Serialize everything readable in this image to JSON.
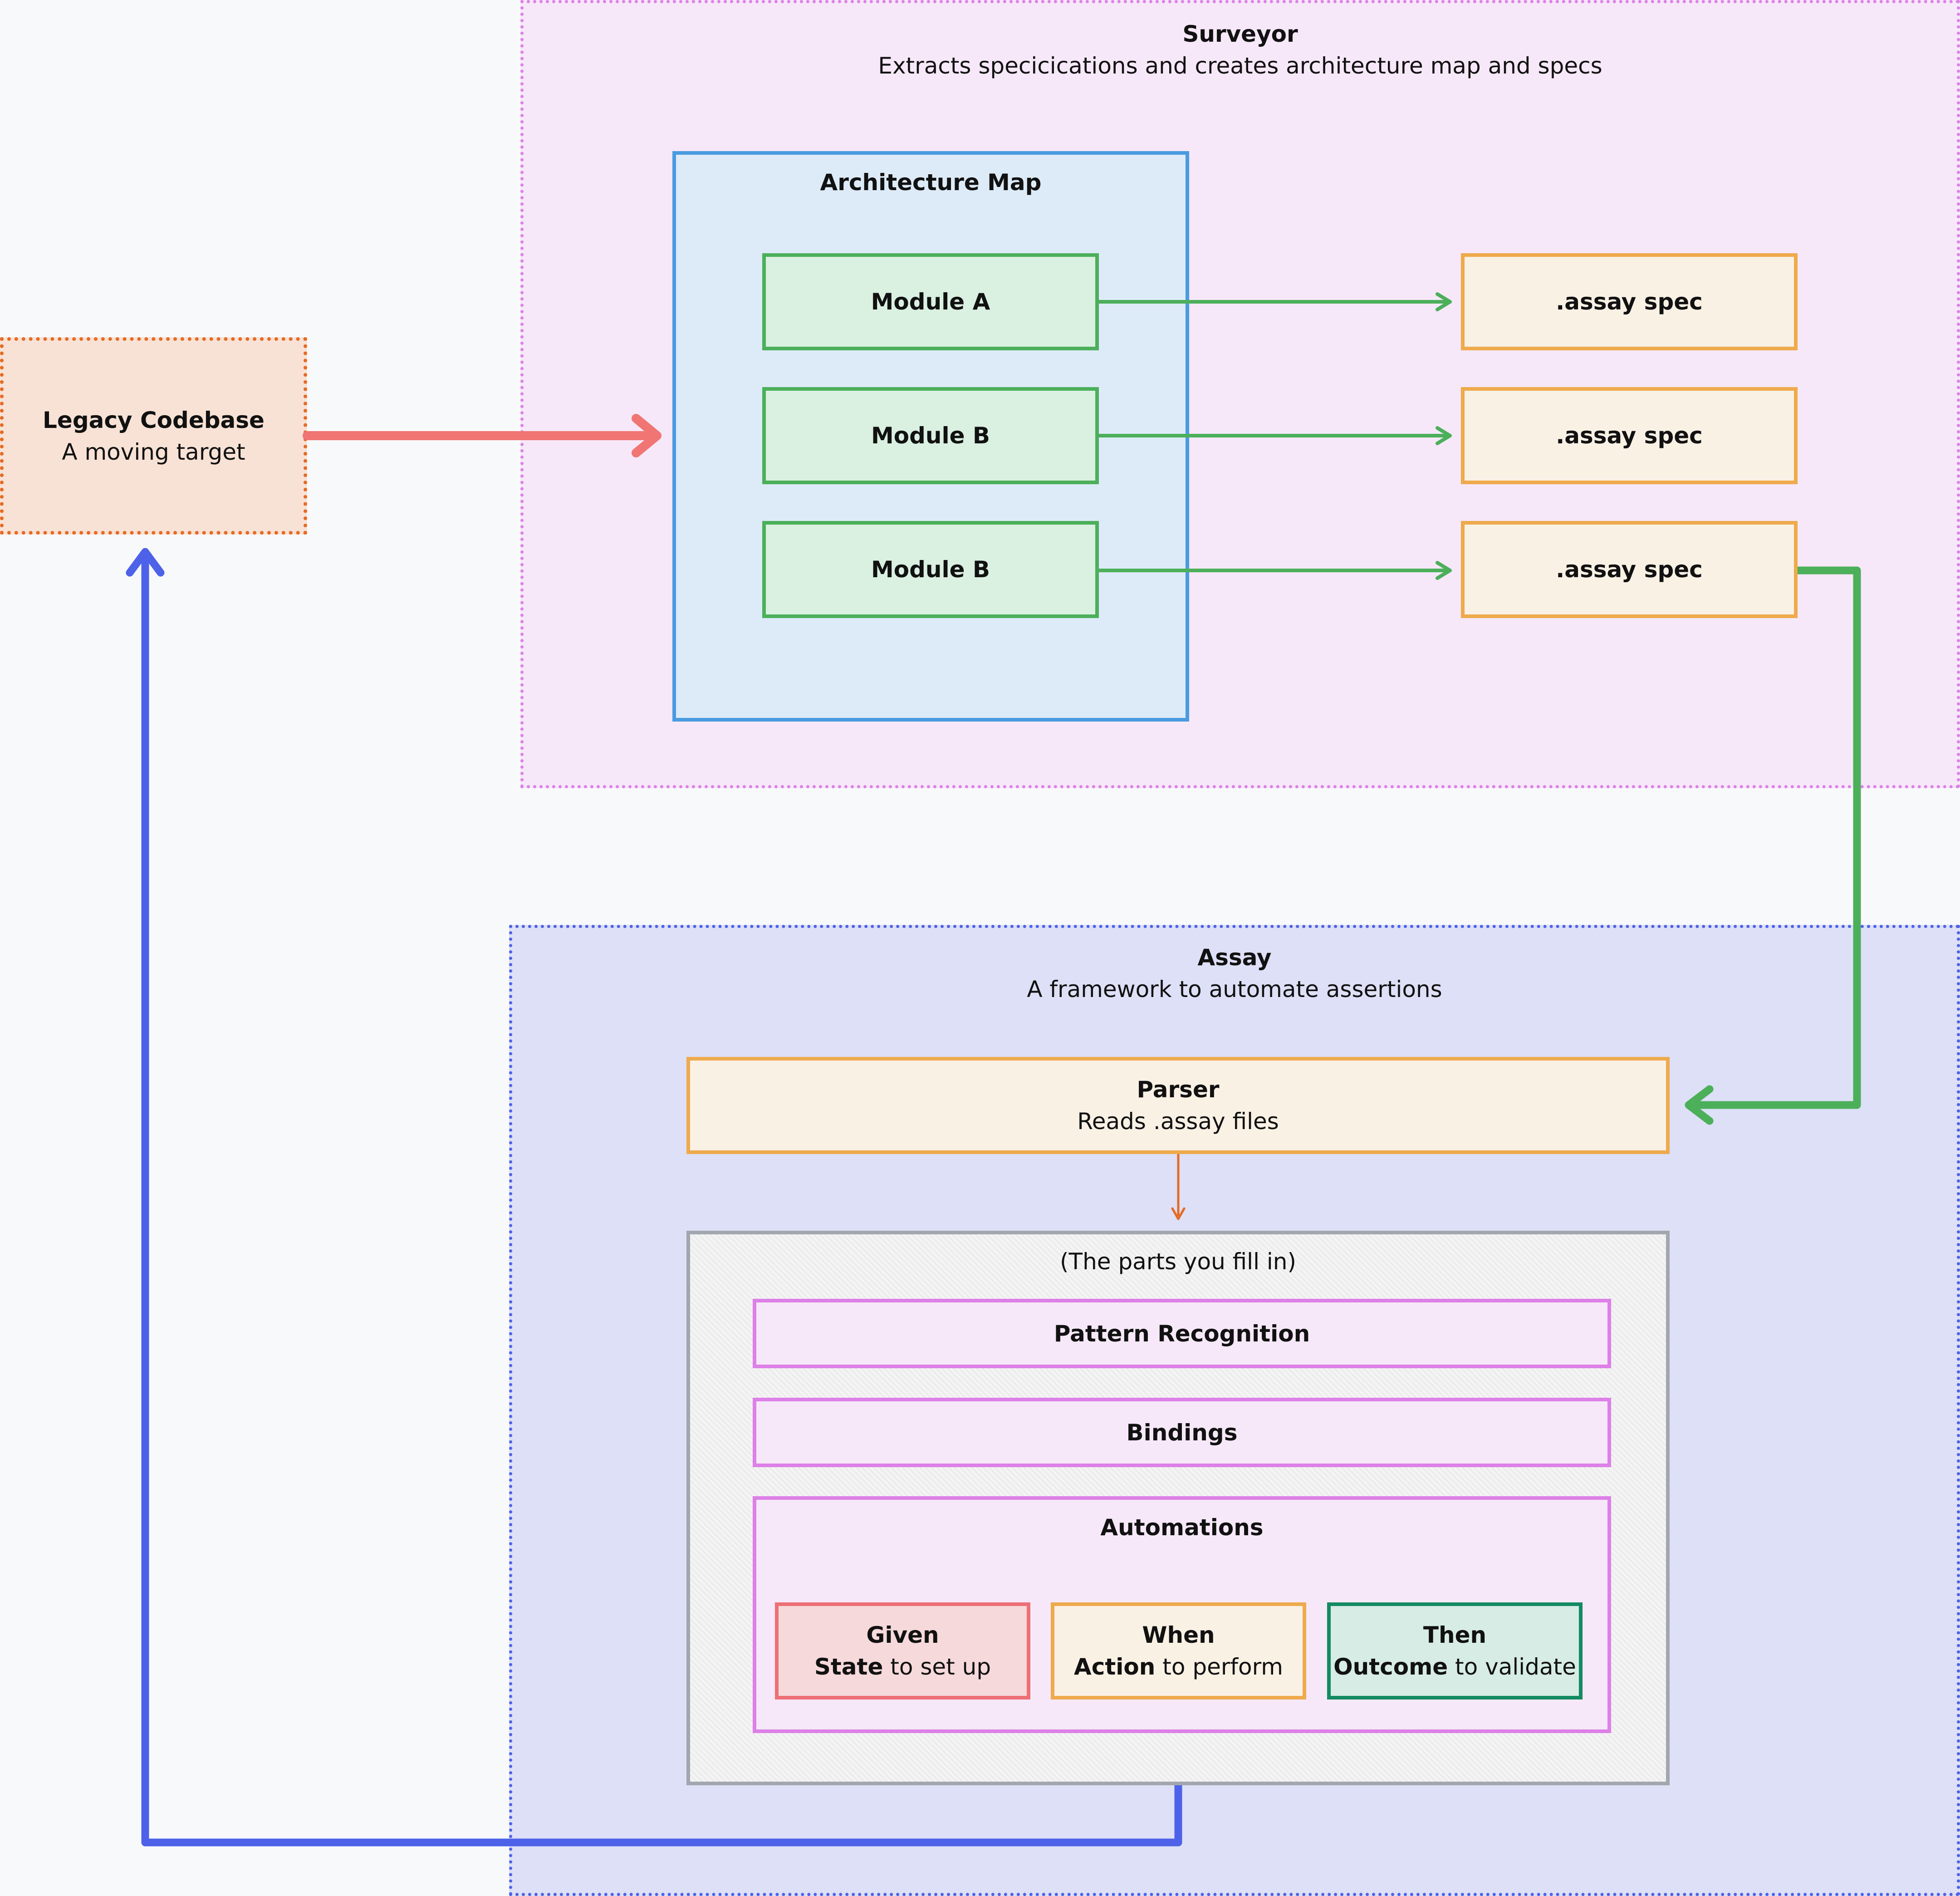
{
  "surveyor": {
    "title": "Surveyor",
    "subtitle": "Extracts specicications and creates architecture map and specs"
  },
  "legacy": {
    "title": "Legacy Codebase",
    "subtitle": "A moving target"
  },
  "architecture_map": {
    "title": "Architecture Map",
    "modules": [
      "Module A",
      "Module B",
      "Module B"
    ]
  },
  "specs": [
    ".assay spec",
    ".assay spec",
    ".assay spec"
  ],
  "assay": {
    "title": "Assay",
    "subtitle": "A framework to automate assertions"
  },
  "parser": {
    "title": "Parser",
    "subtitle": "Reads .assay files"
  },
  "parts": {
    "caption": "(The parts you fill in)",
    "pattern_recognition": "Pattern Recognition",
    "bindings": "Bindings",
    "automations": {
      "title": "Automations",
      "given": {
        "title": "Given",
        "bold": "State",
        "rest": " to set up"
      },
      "when": {
        "title": "When",
        "bold": "Action",
        "rest": " to perform"
      },
      "then": {
        "title": "Then",
        "bold": "Outcome",
        "rest": " to validate"
      }
    }
  },
  "colors": {
    "legacy_arrow": "#f07573",
    "spec_arrows": "#4caf5a",
    "feedback_arrow": "#4d62e8",
    "parser_arrow": "#e56b24"
  }
}
